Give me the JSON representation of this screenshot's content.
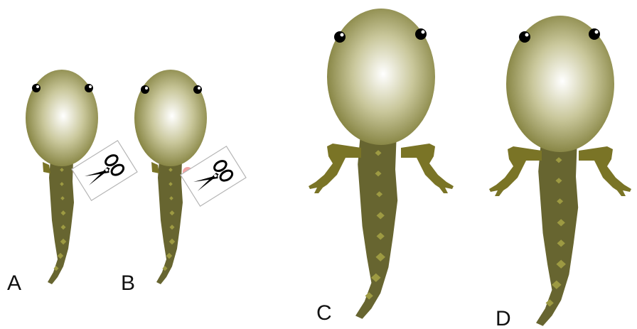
{
  "panels": [
    {
      "label": "A",
      "stage": "young",
      "has_scissors": true
    },
    {
      "label": "B",
      "stage": "young",
      "has_scissors": true
    },
    {
      "label": "C",
      "stage": "legged",
      "has_scissors": false
    },
    {
      "label": "D",
      "stage": "legged",
      "has_scissors": false
    }
  ],
  "colors": {
    "body_dark": "#6f6d24",
    "body_light": "#ffffff",
    "tail": "#676530",
    "tail_spots": "#9d9a42",
    "leg": "#7a7426",
    "limb_bud": "#f0a5a5",
    "eye": "#000000"
  },
  "icons": {
    "scissors": "scissors-icon"
  }
}
